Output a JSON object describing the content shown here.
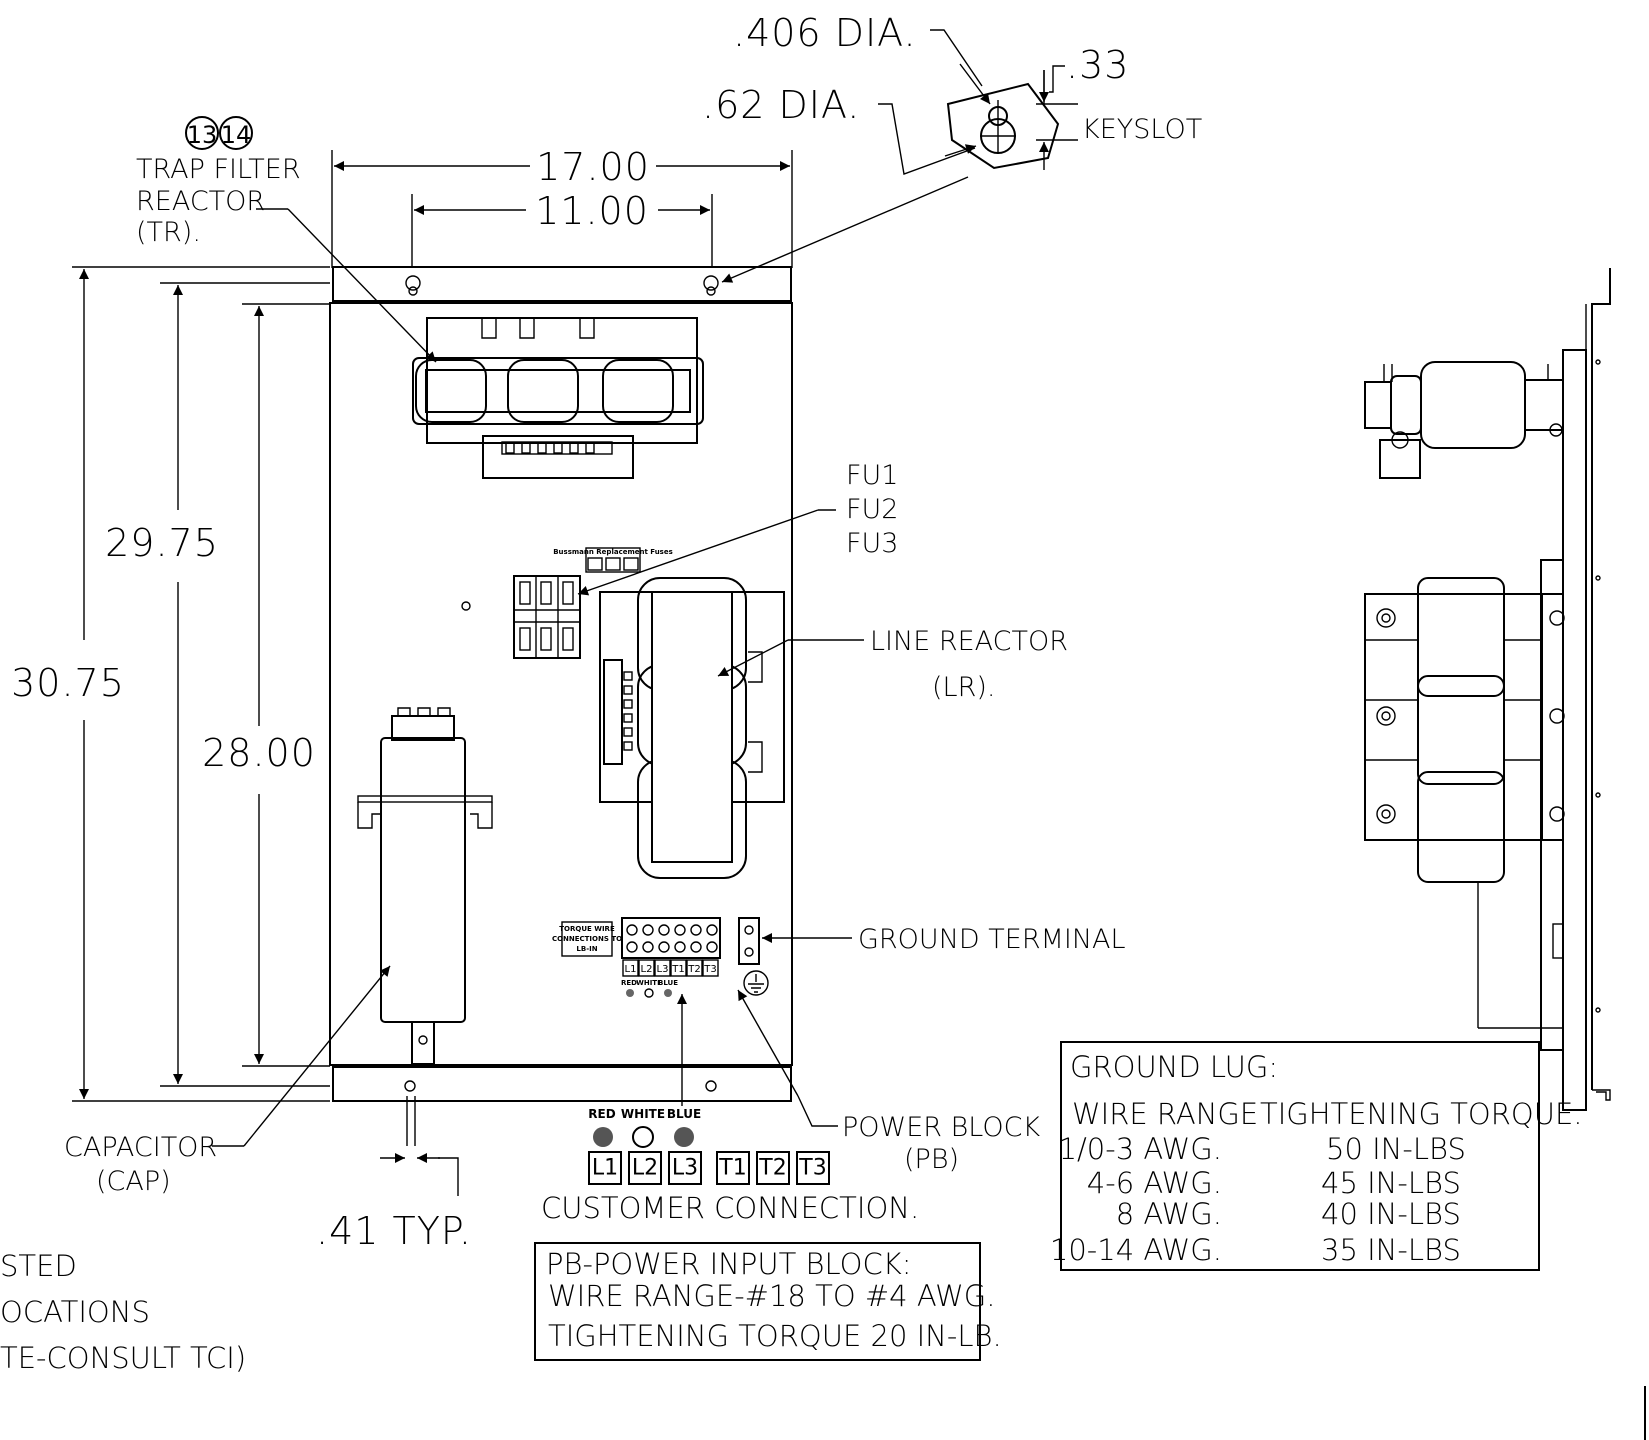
{
  "dimensions": {
    "width_outer": "17.00",
    "width_hole_spacing": "11.00",
    "height_outer": "30.75",
    "height_hole": "29.75",
    "height_inner": "28.00",
    "slot_width": ".41 TYP.",
    "keyslot_large_dia": ".62 DIA.",
    "keyslot_small_dia": ".406 DIA.",
    "keyslot_offset": ".33",
    "keyslot_label": "KEYSLOT"
  },
  "callouts": {
    "trap_filter_numbers": [
      "13",
      "14"
    ],
    "trap_filter": [
      "TRAP FILTER",
      "REACTOR",
      "(TR)."
    ],
    "fuses": [
      "FU1",
      "FU2",
      "FU3"
    ],
    "line_reactor": [
      "LINE REACTOR",
      "(LR)."
    ],
    "ground_terminal": "GROUND TERMINAL",
    "power_block": [
      "POWER BLOCK",
      "(PB)"
    ],
    "capacitor": [
      "CAPACITOR",
      "(CAP)"
    ]
  },
  "customer_connection": {
    "colors": [
      "RED",
      "WHITE",
      "BLUE"
    ],
    "terminals": [
      "L1",
      "L2",
      "L3",
      "T1",
      "T2",
      "T3"
    ],
    "label": "CUSTOMER CONNECTION."
  },
  "panel_small_labels": {
    "fuse_label": "Bussmann Replacement Fuses",
    "torque_label": [
      "TORQUE WIRE",
      "CONNECTIONS TO",
      "LB-IN"
    ],
    "colors": [
      "RED",
      "WHITE",
      "BLUE"
    ],
    "terminals": [
      "L1",
      "L2",
      "L3",
      "T1",
      "T2",
      "T3"
    ]
  },
  "pb_box": {
    "lines": [
      "PB-POWER INPUT BLOCK:",
      "WIRE RANGE-#18 TO #4 AWG.",
      "TIGHTENING TORQUE 20 IN-LB."
    ]
  },
  "ground_lug": {
    "title": "GROUND LUG:",
    "headers": [
      "WIRE RANGE",
      "TIGHTENING TORQUE."
    ],
    "rows": [
      [
        "1/0-3 AWG.",
        "50 IN-LBS"
      ],
      [
        "4-6 AWG.",
        "45 IN-LBS"
      ],
      [
        "8 AWG.",
        "40 IN-LBS"
      ],
      [
        "10-14 AWG.",
        "35 IN-LBS"
      ]
    ]
  },
  "left_note": [
    "STED",
    "OCATIONS",
    "TE-CONSULT TCI)"
  ]
}
